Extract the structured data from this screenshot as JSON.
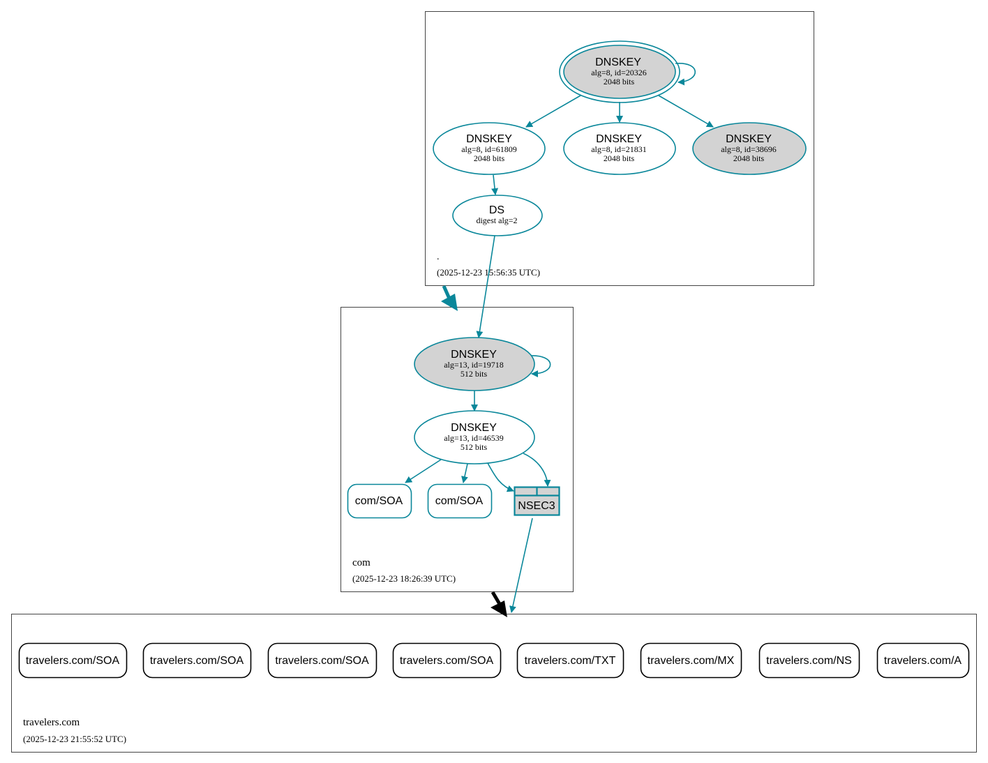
{
  "colors": {
    "secure": "#0a879a",
    "insecure": "#000000",
    "fill_ksk": "#d3d3d3",
    "fill_plain": "#ffffff",
    "zone_border": "#444444"
  },
  "zones": {
    "root": {
      "name": ".",
      "timestamp": "(2025-12-23 15:56:35 UTC)"
    },
    "com": {
      "name": "com",
      "timestamp": "(2025-12-23 18:26:39 UTC)"
    },
    "travelers": {
      "name": "travelers.com",
      "timestamp": "(2025-12-23 21:55:52 UTC)"
    }
  },
  "nodes": {
    "root_ksk": {
      "title": "DNSKEY",
      "line1": "alg=8, id=20326",
      "line2": "2048 bits"
    },
    "root_zsk1": {
      "title": "DNSKEY",
      "line1": "alg=8, id=61809",
      "line2": "2048 bits"
    },
    "root_zsk2": {
      "title": "DNSKEY",
      "line1": "alg=8, id=21831",
      "line2": "2048 bits"
    },
    "root_zsk3": {
      "title": "DNSKEY",
      "line1": "alg=8, id=38696",
      "line2": "2048 bits"
    },
    "com_ds": {
      "title": "DS",
      "line1": "digest alg=2"
    },
    "com_ksk": {
      "title": "DNSKEY",
      "line1": "alg=13, id=19718",
      "line2": "512 bits"
    },
    "com_zsk": {
      "title": "DNSKEY",
      "line1": "alg=13, id=46539",
      "line2": "512 bits"
    },
    "com_soa1": {
      "label": "com/SOA"
    },
    "com_soa2": {
      "label": "com/SOA"
    },
    "com_nsec3": {
      "label": "NSEC3"
    }
  },
  "records": [
    {
      "label": "travelers.com/SOA"
    },
    {
      "label": "travelers.com/SOA"
    },
    {
      "label": "travelers.com/SOA"
    },
    {
      "label": "travelers.com/SOA"
    },
    {
      "label": "travelers.com/TXT"
    },
    {
      "label": "travelers.com/MX"
    },
    {
      "label": "travelers.com/NS"
    },
    {
      "label": "travelers.com/A"
    }
  ]
}
